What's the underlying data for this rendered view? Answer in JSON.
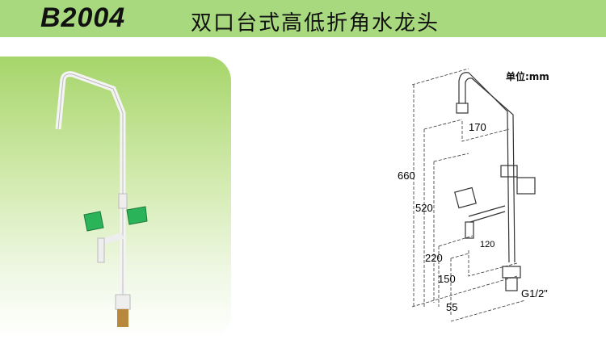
{
  "header": {
    "model": "B2004",
    "title": "双口台式高低折角水龙头"
  },
  "diagram": {
    "unit_label": "单位:mm",
    "dimensions": {
      "d170": "170",
      "d660": "660",
      "d520": "520",
      "d120": "120",
      "d220": "220",
      "d150": "150",
      "d55": "55",
      "thread": "G1/2\""
    }
  },
  "colors": {
    "header_bg": "#a8d97f",
    "handle": "#2bb35a"
  }
}
